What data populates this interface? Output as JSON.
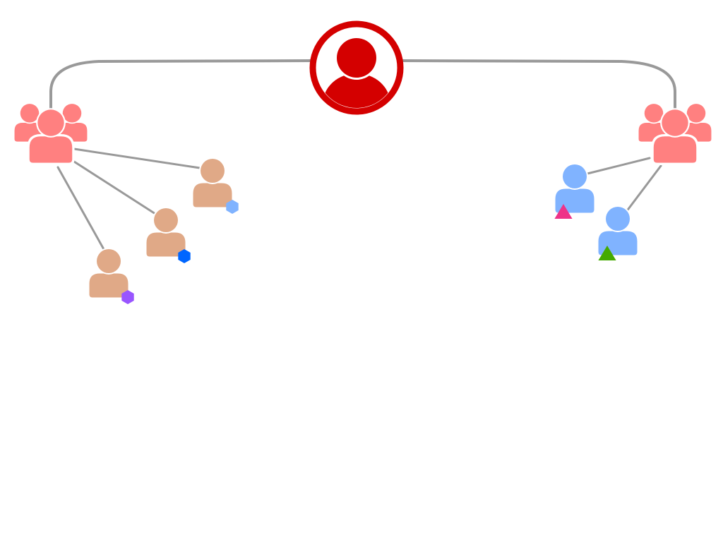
{
  "diagram": {
    "type": "hierarchy",
    "colors": {
      "connector": "#999999",
      "root": "#d40000",
      "root_background": "#ffffff",
      "group": "#ff8080",
      "outline": "#ffffff",
      "member_left": "#e0a987",
      "member_right": "#80b3ff"
    },
    "root": {
      "id": "root",
      "icon": "user-circle-icon"
    },
    "groups": [
      {
        "id": "group-left",
        "icon": "user-group-icon",
        "members": [
          {
            "id": "member-left-1",
            "icon": "user-icon",
            "badge": {
              "shape": "hexagon",
              "color": "#80b3ff"
            }
          },
          {
            "id": "member-left-2",
            "icon": "user-icon",
            "badge": {
              "shape": "hexagon",
              "color": "#0066ff"
            }
          },
          {
            "id": "member-left-3",
            "icon": "user-icon",
            "badge": {
              "shape": "hexagon",
              "color": "#9955ff"
            }
          }
        ]
      },
      {
        "id": "group-right",
        "icon": "user-group-icon",
        "members": [
          {
            "id": "member-right-1",
            "icon": "user-icon",
            "badge": {
              "shape": "triangle",
              "color": "#ee3388"
            }
          },
          {
            "id": "member-right-2",
            "icon": "user-icon",
            "badge": {
              "shape": "triangle",
              "color": "#44aa00"
            }
          }
        ]
      }
    ]
  }
}
